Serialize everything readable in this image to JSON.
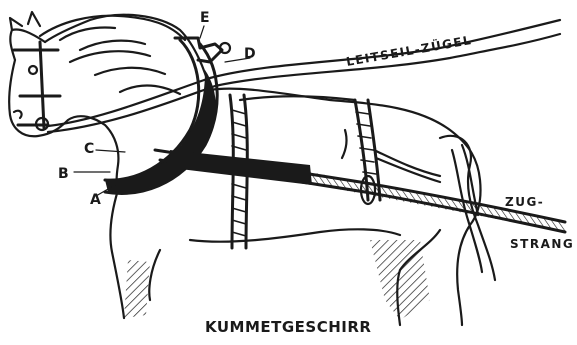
{
  "caption": "KUMMETGESCHIRR",
  "labels": {
    "a": "A",
    "b": "B",
    "c": "C",
    "d": "D",
    "e": "E",
    "leitseil": "LEITSEIL-ZÜGEL",
    "zug": "ZUG-",
    "strang": "STRANG"
  },
  "colors": {
    "ink": "#1a1a1a",
    "paper": "#ffffff"
  }
}
